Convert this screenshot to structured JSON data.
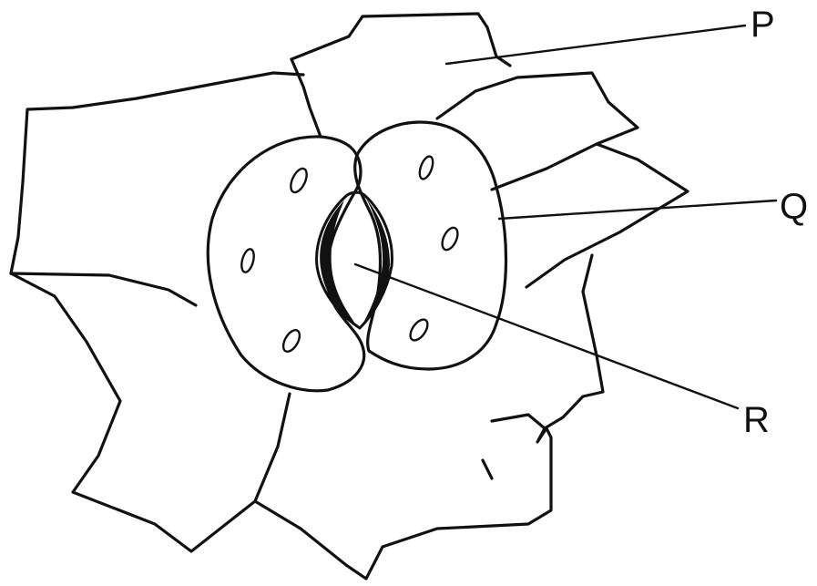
{
  "diagram": {
    "labels": {
      "p": "P",
      "q": "Q",
      "r": "R"
    },
    "colors": {
      "ink": "#111111",
      "background": "#ffffff"
    }
  }
}
